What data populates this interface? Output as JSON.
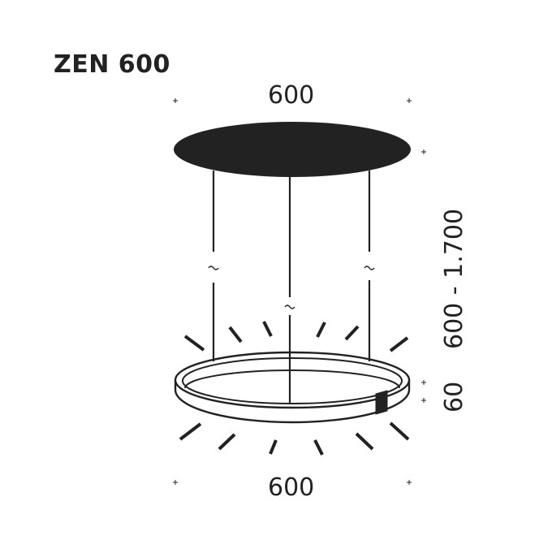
{
  "title": "ZEN 600",
  "dimensions": {
    "top_width": "600",
    "bottom_width": "600",
    "suspension_height": "600 - 1.700",
    "ring_height": "60"
  },
  "symbols": {
    "break_mark": "~",
    "tick_mark": "+"
  },
  "colors": {
    "ink": "#222222",
    "background": "#ffffff"
  },
  "components": {
    "canopy": "canopy-disc",
    "wires": [
      "left-wire",
      "center-wire",
      "right-wire"
    ],
    "ring": "light-ring",
    "rays_upper_count": 6,
    "rays_lower_count": 6
  }
}
